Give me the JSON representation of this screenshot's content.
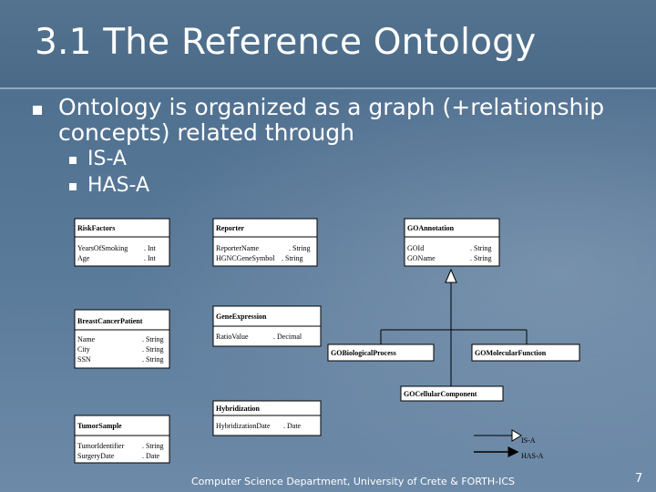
{
  "slide": {
    "title": "3.1 The Reference Ontology",
    "bullet": "Ontology is organized as a graph (+relationship concepts) related through",
    "sub_bullets": [
      "IS-A",
      "HAS-A"
    ],
    "footer": "Computer Science Department, University of Crete & FORTH-ICS",
    "page_number": "7"
  },
  "diagram": {
    "classes": {
      "risk_factors": {
        "name": "RiskFactors",
        "attrs": [
          [
            "YearsOfSmoking",
            ". Int"
          ],
          [
            "Age",
            ". Int"
          ]
        ]
      },
      "reporter": {
        "name": "Reporter",
        "attrs": [
          [
            "ReporterName",
            ". String"
          ],
          [
            "HGNCGeneSymbol",
            ". String"
          ]
        ]
      },
      "go_annotation": {
        "name": "GOAnnotation",
        "attrs": [
          [
            "GOId",
            ". String"
          ],
          [
            "GOName",
            ". String"
          ]
        ]
      },
      "breast_cancer_patient": {
        "name": "BreastCancerPatient",
        "attrs": [
          [
            "Name",
            ". String"
          ],
          [
            "City",
            ". String"
          ],
          [
            "SSN",
            ". String"
          ]
        ]
      },
      "gene_expression": {
        "name": "GeneExpression",
        "attrs": [
          [
            "RatioValue",
            ". Decimal"
          ]
        ]
      },
      "go_biological_process": {
        "name": "GOBiologicalProcess"
      },
      "go_molecular_function": {
        "name": "GOMolecularFunction"
      },
      "go_cellular_component": {
        "name": "GOCellularComponent"
      },
      "hybridization": {
        "name": "Hybridization",
        "attrs": [
          [
            "HybridizationDate",
            ". Date"
          ]
        ]
      },
      "tumor_sample": {
        "name": "TumorSample",
        "attrs": [
          [
            "TumorIdentifier",
            ". String"
          ],
          [
            "SurgeryDate",
            ". Date"
          ]
        ]
      }
    },
    "legend": {
      "is_a": "IS-A",
      "has_a": "HAS-A"
    }
  }
}
